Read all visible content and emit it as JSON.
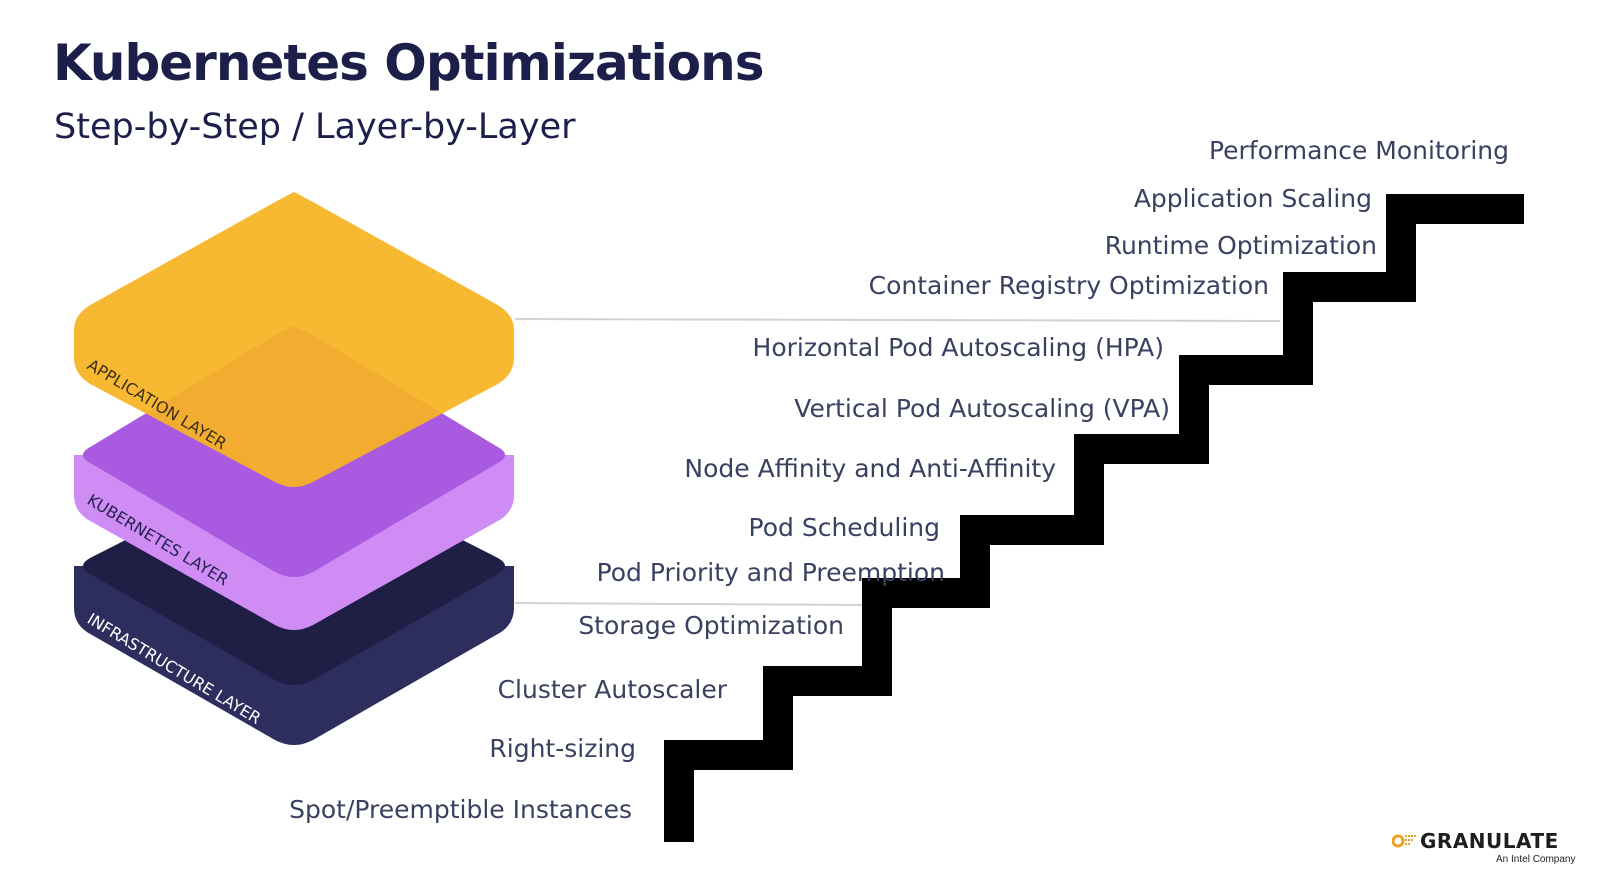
{
  "header": {
    "title": "Kubernetes Optimizations",
    "subtitle": "Step-by-Step / Layer-by-Layer"
  },
  "layers": [
    {
      "label": "APPLICATION LAYER",
      "color": "#f8b422"
    },
    {
      "label": "KUBERNETES LAYER",
      "color": "#b066e8"
    },
    {
      "label": "INFRASTRUCTURE LAYER",
      "color": "#232349"
    }
  ],
  "steps": [
    "Spot/Preemptible Instances",
    "Right-sizing",
    "Cluster Autoscaler",
    "Storage Optimization",
    "Pod Priority and Preemption",
    "Pod Scheduling",
    "Node Affinity and Anti-Affinity",
    "Vertical Pod Autoscaling (VPA)",
    "Horizontal Pod Autoscaling (HPA)",
    "Container Registry Optimization",
    "Runtime Optimization",
    "Application Scaling",
    "Performance Monitoring"
  ],
  "logo": {
    "name": "GRANULATE",
    "tagline": "An Intel Company",
    "mark_icon": "granulate-dots-icon"
  }
}
